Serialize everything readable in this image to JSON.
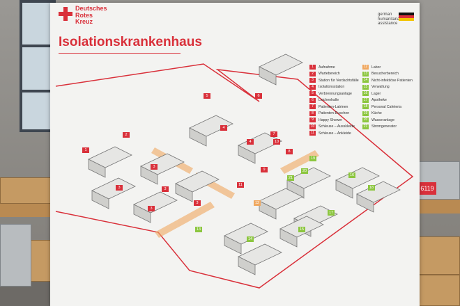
{
  "banner": {
    "logo_lines": [
      "Deutsches",
      "Rotes",
      "Kreuz"
    ],
    "title": "Isolationskrankenhaus",
    "partner_lines": [
      "german",
      "humanitarian",
      "assistance"
    ]
  },
  "legend_left": [
    {
      "num": "1",
      "label": "Aufnahme"
    },
    {
      "num": "2",
      "label": "Wartebereich"
    },
    {
      "num": "3",
      "label": "Station für Verdachtsfälle"
    },
    {
      "num": "4",
      "label": "Isolationsstation"
    },
    {
      "num": "5",
      "label": "Verbrennungsanlage"
    },
    {
      "num": "6",
      "label": "Leichenhalle"
    },
    {
      "num": "7",
      "label": "Patienten-Latrinen"
    },
    {
      "num": "8",
      "label": "Patienten-Duschen"
    },
    {
      "num": "9",
      "label": "Happy Shower"
    },
    {
      "num": "10",
      "label": "Schleuse – Ausskleide"
    },
    {
      "num": "11",
      "label": "Schleuse – Ankleide"
    }
  ],
  "legend_right": [
    {
      "num": "12",
      "label": "Labor",
      "color": "#f0a860"
    },
    {
      "num": "13",
      "label": "Besucherbereich",
      "color": "#8cc63f"
    },
    {
      "num": "14",
      "label": "Nicht-infektiöse Patienten",
      "color": "#8cc63f"
    },
    {
      "num": "15",
      "label": "Verwaltung",
      "color": "#8cc63f"
    },
    {
      "num": "16",
      "label": "Lager",
      "color": "#8cc63f"
    },
    {
      "num": "17",
      "label": "Apotheke",
      "color": "#8cc63f"
    },
    {
      "num": "18",
      "label": "Personal Cafeteria",
      "color": "#8cc63f"
    },
    {
      "num": "19",
      "label": "Küche",
      "color": "#8cc63f"
    },
    {
      "num": "20",
      "label": "Wasseranlage",
      "color": "#8cc63f"
    },
    {
      "num": "21",
      "label": "Stromgenerator",
      "color": "#8cc63f"
    }
  ],
  "map_labels": [
    {
      "num": "1",
      "color": "#d9303a"
    },
    {
      "num": "2",
      "color": "#d9303a"
    },
    {
      "num": "3",
      "color": "#d9303a"
    },
    {
      "num": "3",
      "color": "#d9303a"
    },
    {
      "num": "3",
      "color": "#d9303a"
    },
    {
      "num": "3",
      "color": "#d9303a"
    },
    {
      "num": "3",
      "color": "#d9303a"
    },
    {
      "num": "4",
      "color": "#d9303a"
    },
    {
      "num": "4",
      "color": "#d9303a"
    },
    {
      "num": "5",
      "color": "#d9303a"
    },
    {
      "num": "6",
      "color": "#d9303a"
    },
    {
      "num": "7",
      "color": "#d9303a"
    },
    {
      "num": "8",
      "color": "#d9303a"
    },
    {
      "num": "9",
      "color": "#d9303a"
    },
    {
      "num": "10",
      "color": "#d9303a"
    },
    {
      "num": "11",
      "color": "#d9303a"
    },
    {
      "num": "12",
      "color": "#f0a860"
    },
    {
      "num": "13",
      "color": "#8cc63f"
    },
    {
      "num": "14",
      "color": "#8cc63f"
    },
    {
      "num": "15",
      "color": "#8cc63f"
    },
    {
      "num": "16",
      "color": "#8cc63f"
    },
    {
      "num": "17",
      "color": "#8cc63f"
    },
    {
      "num": "18",
      "color": "#8cc63f"
    },
    {
      "num": "19",
      "color": "#8cc63f"
    },
    {
      "num": "20",
      "color": "#8cc63f"
    },
    {
      "num": "21",
      "color": "#8cc63f"
    }
  ],
  "crate_label": "6119",
  "colors": {
    "red": "#d9303a",
    "orange": "#f0a860",
    "green": "#8cc63f"
  }
}
